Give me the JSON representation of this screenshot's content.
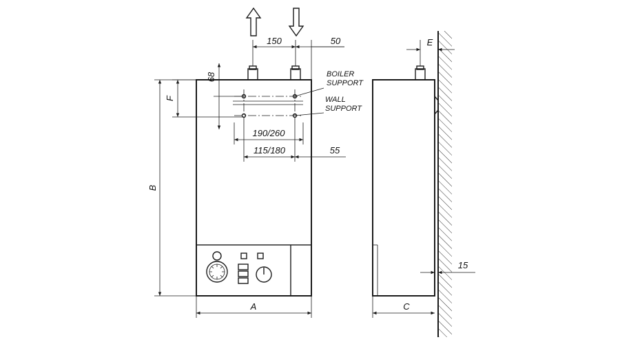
{
  "dimensions": {
    "top_pipe_spacing": "150",
    "top_right_offset": "50",
    "support_height": "68",
    "height_f": "F",
    "height_b": "B",
    "width_a": "A",
    "depth_c": "C",
    "pipe_offset_e": "E",
    "wall_hole_spacing": "190/260",
    "boiler_hole_spacing": "115/180",
    "right_offset_lower": "55",
    "wall_gap": "15"
  },
  "callouts": {
    "boiler_support": [
      "BOILER",
      "SUPPORT"
    ],
    "wall_support": [
      "WALL",
      "SUPPORT"
    ]
  }
}
